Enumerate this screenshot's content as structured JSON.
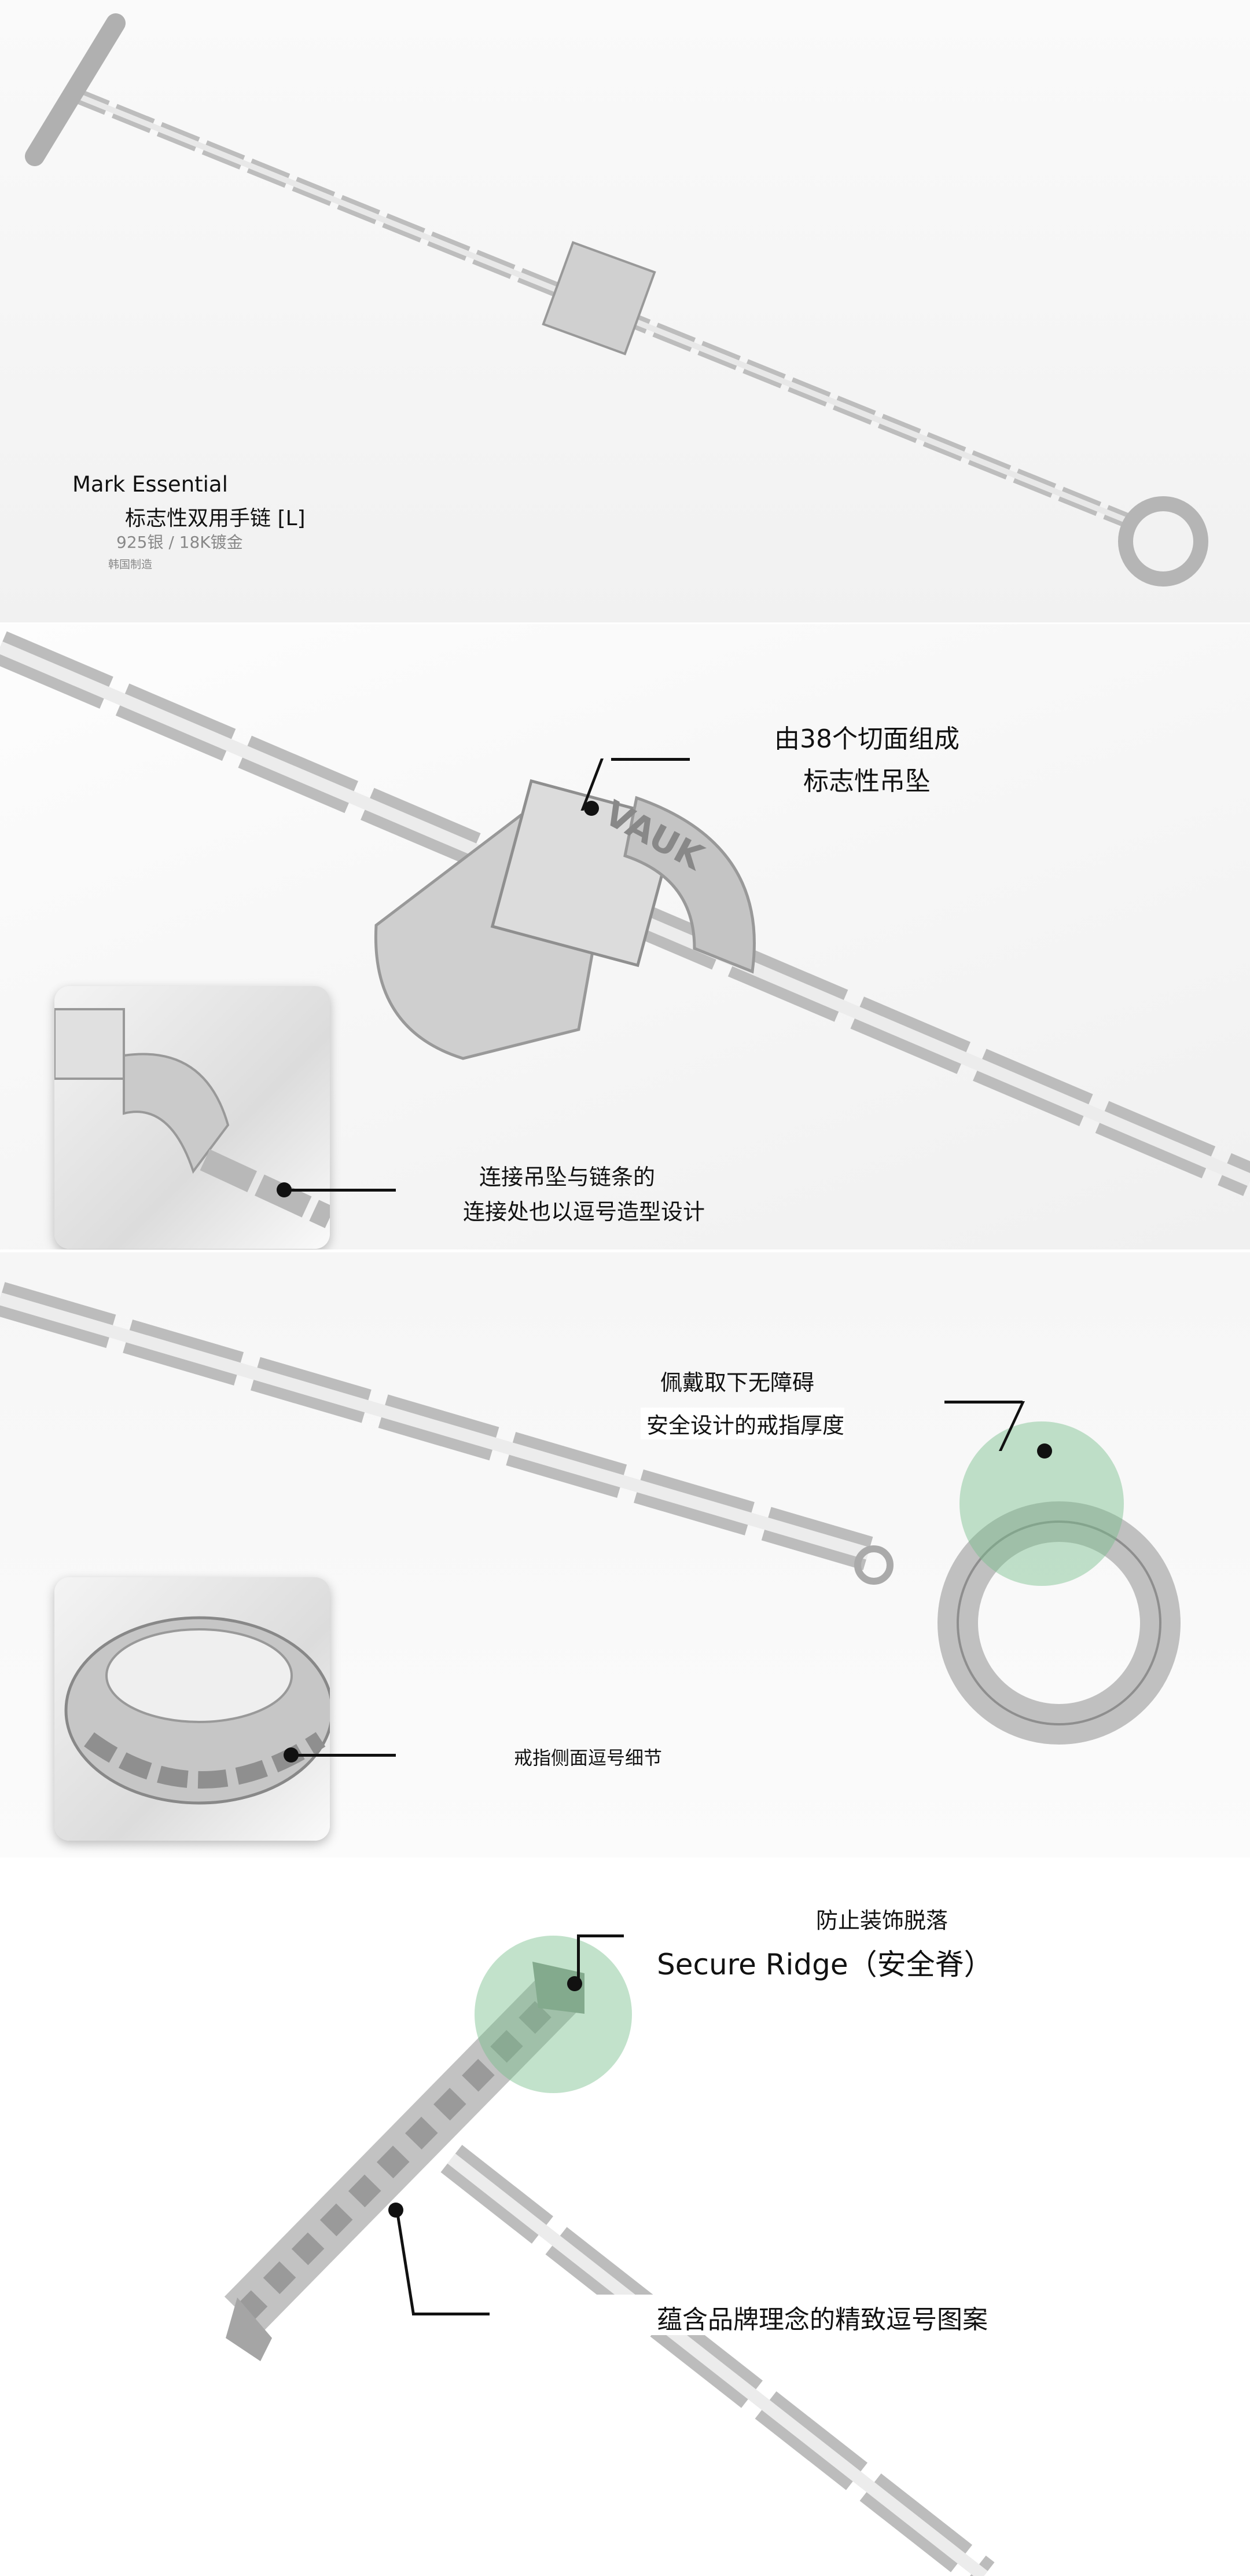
{
  "product": {
    "name_en": "Mark Essential",
    "name_cn": "标志性双用手链 [L]",
    "material": "925银 / 18K镀金",
    "origin": "韩国制造",
    "pendant_logo": "VAUK"
  },
  "features": {
    "pendant": {
      "line1": "由38个切面组成",
      "line2": "标志性吊坠"
    },
    "connector": {
      "line1": "连接吊坠与链条的",
      "line2": "连接处也以逗号造型设计"
    },
    "ring": {
      "line1": "佩戴取下无障碍",
      "line2": "安全设计的戒指厚度"
    },
    "ring_side": {
      "text": "戒指侧面逗号细节"
    },
    "ridge": {
      "line1": "防止装饰脱落",
      "line2": "Secure Ridge（安全脊）"
    },
    "pattern": {
      "text": "蕴含品牌理念的精致逗号图案"
    }
  },
  "colors": {
    "highlight": "#78be8c",
    "metal": "#c8c8c8"
  }
}
